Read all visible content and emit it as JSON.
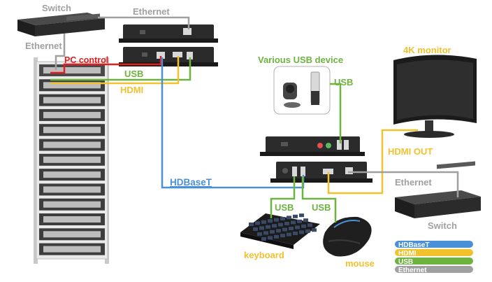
{
  "colors": {
    "hdbaset": "#4a90d9",
    "hdmi": "#f2c12e",
    "usb": "#6db33f",
    "ethernet": "#a0a0a0",
    "pc_control": "#e02020",
    "device": "#2b2b2b"
  },
  "labels": {
    "switch_top": "Switch",
    "ethernet_top": "Ethernet",
    "ethernet_left": "Ethernet",
    "pc_control": "PC control",
    "usb_left": "USB",
    "hdmi_left": "HDMI",
    "usb_devices": "Various USB device",
    "usb_right": "USB",
    "monitor": "4K monitor",
    "hdmi_out": "HDMI OUT",
    "hdbaset": "HDBaseT",
    "ethernet_right": "Ethernet",
    "usb_keyboard": "USB",
    "usb_mouse": "USB",
    "switch_bottom": "Switch",
    "keyboard": "keyboard",
    "mouse": "mouse"
  },
  "legend": [
    {
      "label": "HDBaseT",
      "color": "#4a90d9"
    },
    {
      "label": "HDMI",
      "color": "#f2c12e"
    },
    {
      "label": "USB",
      "color": "#6db33f"
    },
    {
      "label": "Ethernet",
      "color": "#a0a0a0"
    }
  ]
}
